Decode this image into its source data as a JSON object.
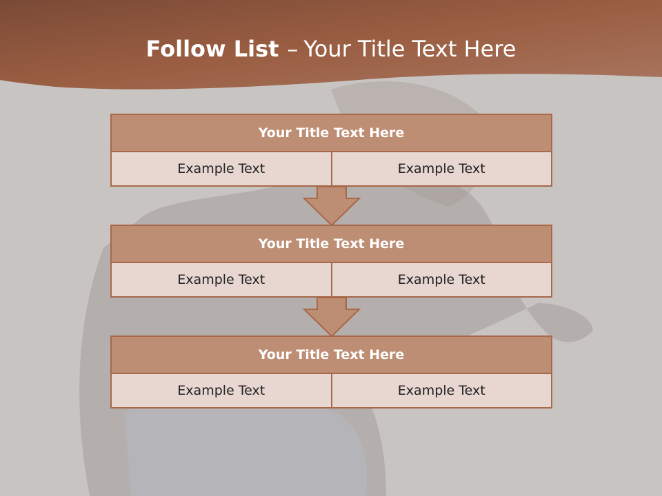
{
  "title": {
    "bold": "Follow List",
    "separator": "–",
    "rest": "Your Title Text Here"
  },
  "blocks": [
    {
      "title": "Your Title Text Here",
      "left": "Example Text",
      "right": "Example Text"
    },
    {
      "title": "Your Title Text Here",
      "left": "Example Text",
      "right": "Example Text"
    },
    {
      "title": "Your Title Text Here",
      "left": "Example Text",
      "right": "Example Text"
    }
  ],
  "colors": {
    "header_band": "#9a5c40",
    "block_title_fill": "#be8e74",
    "block_cell_fill": "#e8d6d1",
    "border": "#a8684a"
  }
}
